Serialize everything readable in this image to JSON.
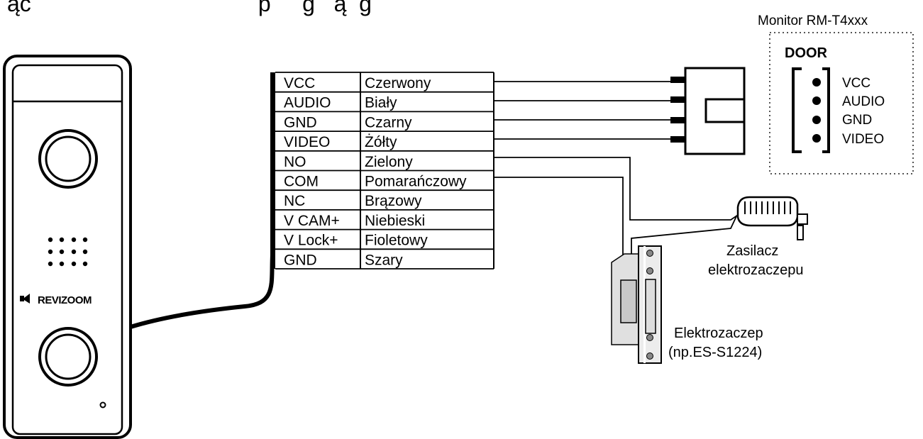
{
  "header": {
    "cropped_title": "ąc                                    p     g   ą  g"
  },
  "wire_table": {
    "rows": [
      {
        "signal": "VCC",
        "color_name": "Czerwony"
      },
      {
        "signal": "AUDIO",
        "color_name": "Biały"
      },
      {
        "signal": "GND",
        "color_name": "Czarny"
      },
      {
        "signal": "VIDEO",
        "color_name": "Żółty"
      },
      {
        "signal": "NO",
        "color_name": "Zielony"
      },
      {
        "signal": "COM",
        "color_name": "Pomarańczowy"
      },
      {
        "signal": "NC",
        "color_name": "Brązowy"
      },
      {
        "signal": "V CAM+",
        "color_name": "Niebieski"
      },
      {
        "signal": "V Lock+",
        "color_name": "Fioletowy"
      },
      {
        "signal": "GND",
        "color_name": "Szary"
      }
    ]
  },
  "monitor": {
    "title": "Monitor RM-T4xxx",
    "port_label": "DOOR",
    "pins": [
      "VCC",
      "AUDIO",
      "GND",
      "VIDEO"
    ]
  },
  "door_panel": {
    "brand": "REVIZOOM"
  },
  "power_supply": {
    "caption_lines": [
      "Zasilacz",
      "elektrozaczepu"
    ]
  },
  "electric_strike": {
    "caption_lines": [
      "Elektrozaczep",
      "(np.ES-S1224)"
    ]
  },
  "colors": {
    "line": "#000000",
    "panel_fill": "#ffffff",
    "strike_fill": "#e0e0e0",
    "dotted": "#555555"
  }
}
